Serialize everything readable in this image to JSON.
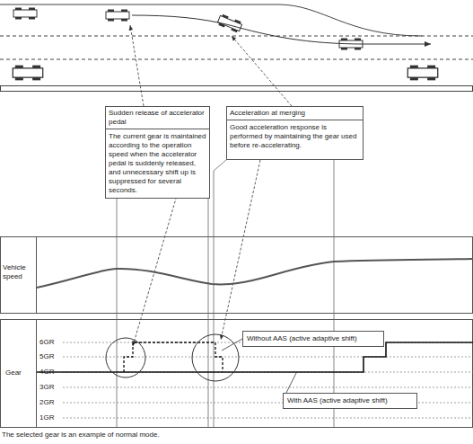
{
  "diagram": {
    "caption": "The selected gear is an example of normal mode.",
    "nodes": [
      {
        "text": [
          "Sudden release of accelerator pedal",
          "The current gear is maintained according to the operation speed when the accelerator pedal is suddenly released, and unnecessary shift up is suppressed for several seconds."
        ]
      },
      {
        "text": [
          "Acceleration at merging",
          "Good acceleration response is performed by maintaining the gear used before re-accelerating."
        ]
      },
      {
        "text": [
          "Without AAS (active adaptive shift)"
        ]
      },
      {
        "text": [
          "With AAS (active adaptive shift)"
        ]
      }
    ],
    "labels": [
      "Vehicle speed",
      "Gear",
      "6GR",
      "5GR",
      "4GR",
      "3GR",
      "2GR",
      "1GR"
    ]
  }
}
